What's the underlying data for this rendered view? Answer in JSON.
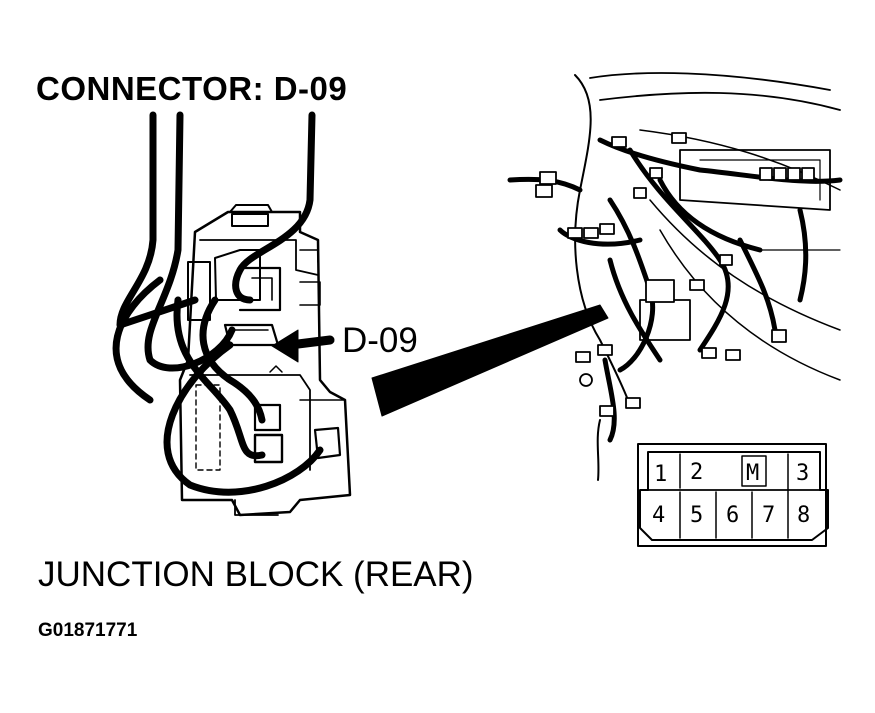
{
  "title": "CONNECTOR: D-09",
  "callout_label": "D-09",
  "caption": "JUNCTION BLOCK (REAR)",
  "figure_id": "G01871771",
  "connector_face": {
    "top_row": [
      "1",
      "2",
      "M",
      "3"
    ],
    "bottom_row": [
      "4",
      "5",
      "6",
      "7",
      "8"
    ]
  }
}
